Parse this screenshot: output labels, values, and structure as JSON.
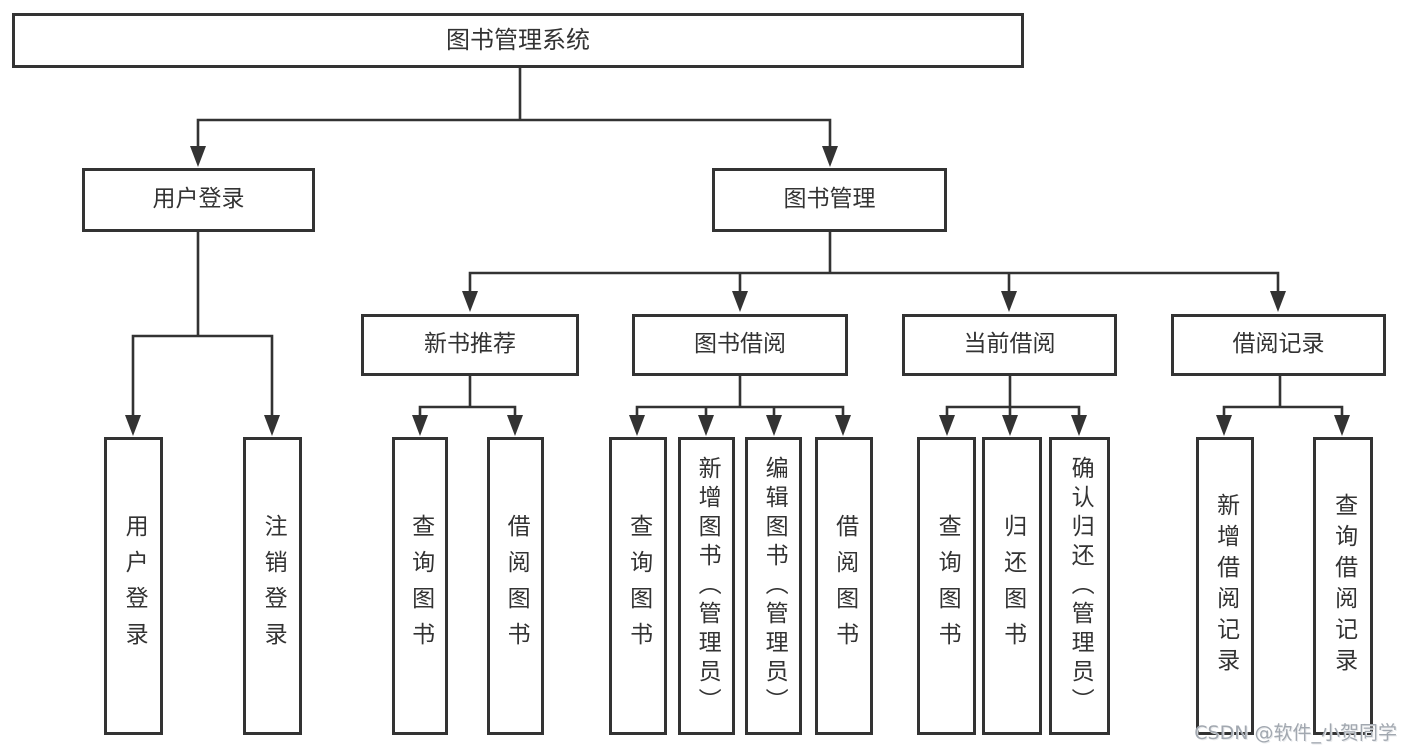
{
  "diagram": {
    "root": {
      "label": "图书管理系统"
    },
    "branches": [
      {
        "label": "用户登录",
        "children": [
          "用户登录",
          "注销登录"
        ]
      },
      {
        "label": "图书管理",
        "sections": [
          {
            "label": "新书推荐",
            "children": [
              "查询图书",
              "借阅图书"
            ]
          },
          {
            "label": "图书借阅",
            "children": [
              "查询图书",
              "新增图书（管理员）",
              "编辑图书（管理员）",
              "借阅图书"
            ]
          },
          {
            "label": "当前借阅",
            "children": [
              "查询图书",
              "归还图书",
              "确认归还（管理员）"
            ]
          },
          {
            "label": "借阅记录",
            "children": [
              "新增借阅记录",
              "查询借阅记录"
            ]
          }
        ]
      }
    ]
  },
  "watermark": {
    "text": "CSDN @软件_小贺同学",
    "color": "#a2a8b0"
  },
  "colors": {
    "line": "#333333",
    "text": "#333333",
    "box_border": "#333333",
    "background": "#ffffff"
  }
}
